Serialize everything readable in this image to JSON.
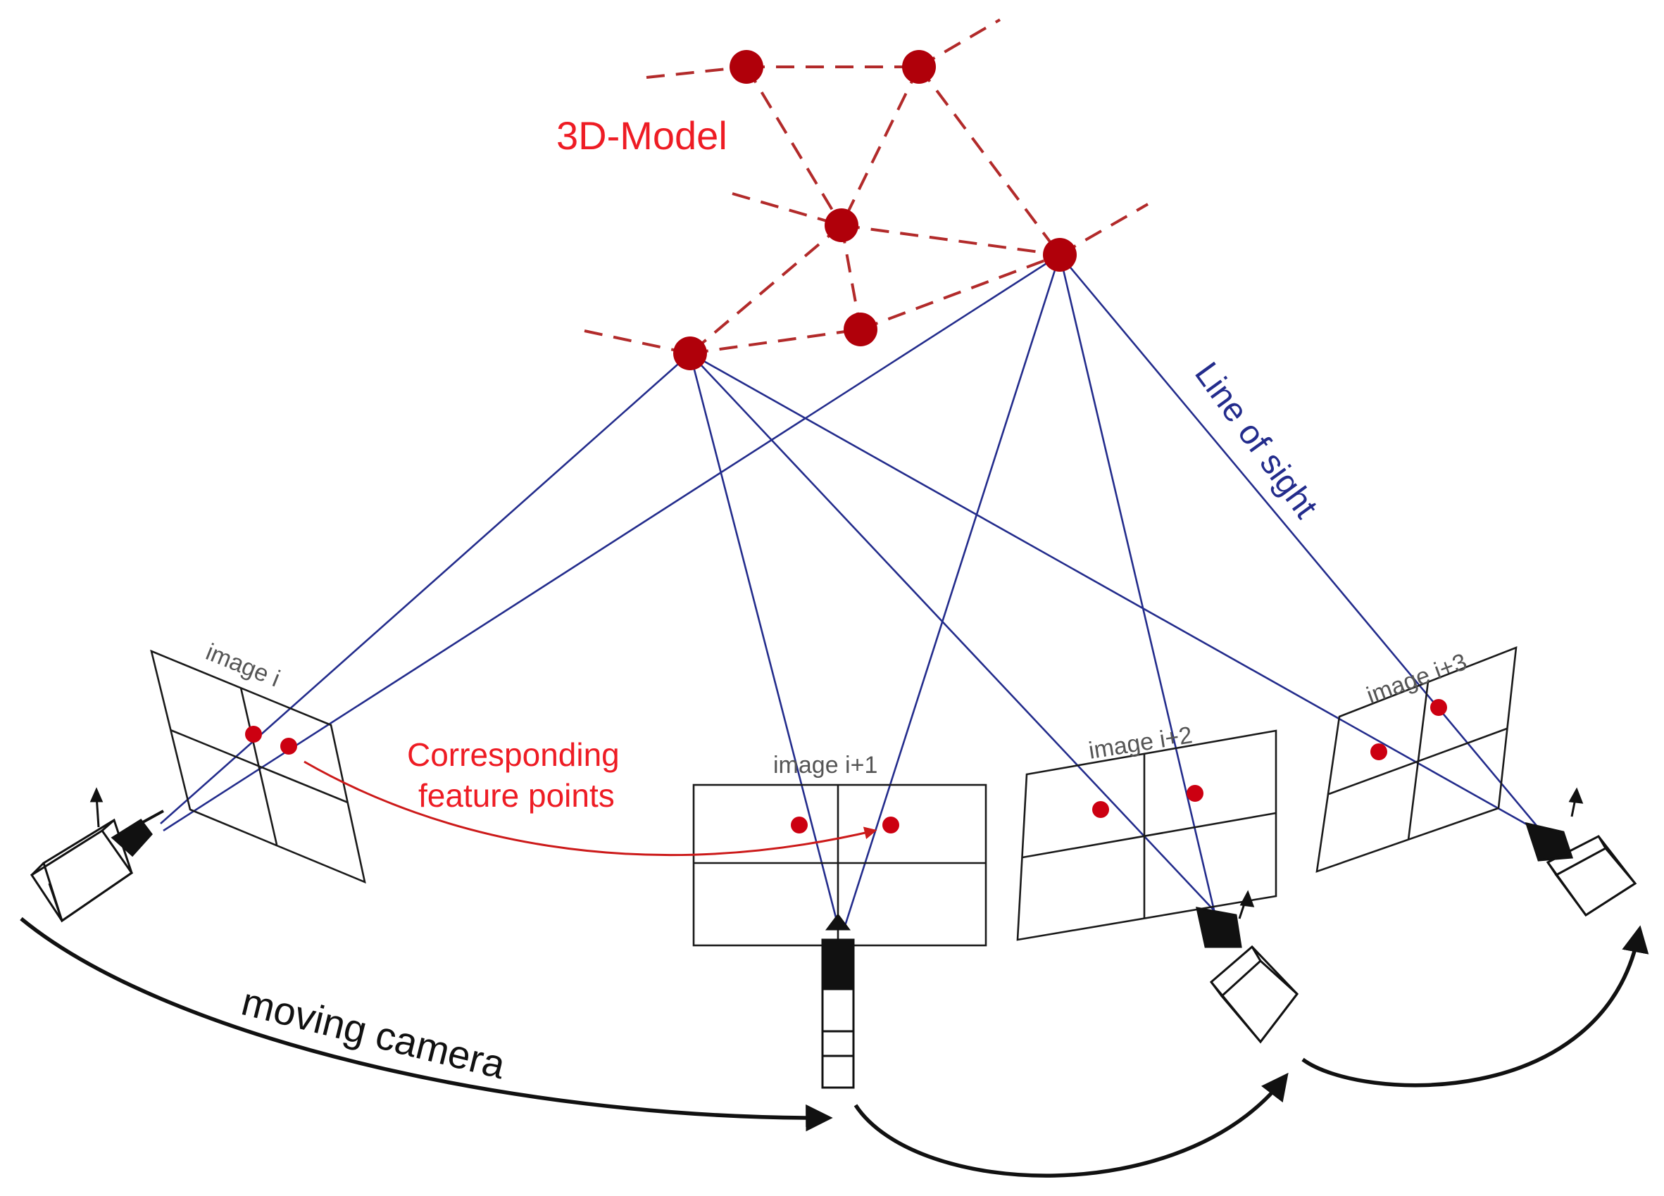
{
  "labels": {
    "model": "3D-Model",
    "line_of_sight": "Line of sight",
    "corresponding_1": "Corresponding",
    "corresponding_2": "feature points",
    "moving_camera": "moving camera"
  },
  "images": [
    {
      "label": "image i"
    },
    {
      "label": "image i+1"
    },
    {
      "label": "image i+2"
    },
    {
      "label": "image i+3"
    }
  ],
  "colors": {
    "model": "#b0000a",
    "model_label": "#ee1c24",
    "sight": "#232c8c",
    "frame": "#1a1a1a",
    "feature": "#cc0011",
    "arrow": "#111111"
  }
}
